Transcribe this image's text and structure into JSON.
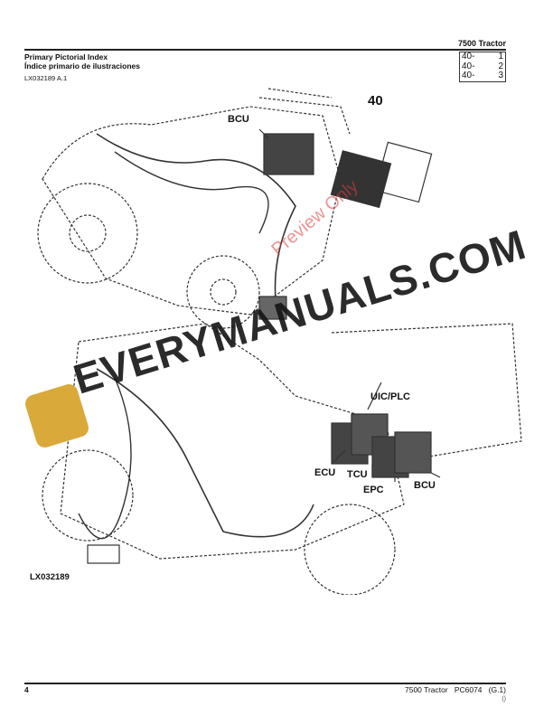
{
  "header": {
    "model": "7500 Tractor",
    "title_en": "Primary Pictorial Index",
    "title_es": "Índice primario de ilustraciones",
    "reference": "LX032189 A.1"
  },
  "index": [
    {
      "section": "40-",
      "page": "1"
    },
    {
      "section": "40-",
      "page": "2"
    },
    {
      "section": "40-",
      "page": "3"
    }
  ],
  "illustration": {
    "group": "40",
    "labels": {
      "bcu_top": "BCU",
      "uic_plc": "UIC/PLC",
      "ecu": "ECU",
      "tcu": "TCU",
      "epc": "EPC",
      "bcu_bottom": "BCU"
    },
    "figure_id": "LX032189"
  },
  "watermark": {
    "text": "EVERYMANUALS.COM",
    "preview": "Preview Only"
  },
  "footer": {
    "page_number": "4",
    "model": "7500 Tractor",
    "doc": "PC6074",
    "rev": "(G.1)",
    "mark": "()"
  }
}
